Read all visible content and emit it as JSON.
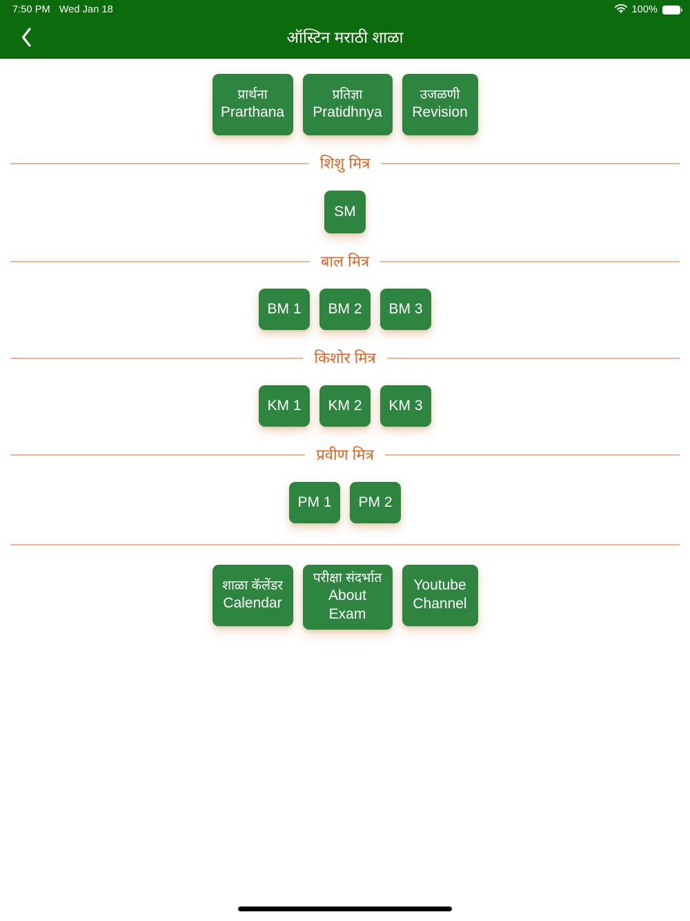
{
  "colors": {
    "header_green": "#0c6b0c",
    "tile_green": "#2e8540",
    "divider_orange": "#e8611d",
    "divider_line": "#f2b48e",
    "page_background": "#ffffff"
  },
  "statusbar": {
    "time": "7:50 PM",
    "date": "Wed Jan 18",
    "battery_percent": "100%",
    "wifi_icon": "wifi-icon",
    "battery_icon": "battery-full-icon"
  },
  "navbar": {
    "back_icon": "chevron-left-icon",
    "title": "ऑस्टिन मराठी शाळा"
  },
  "top_row": [
    {
      "marathi": "प्रार्थना",
      "english": "Prarthana"
    },
    {
      "marathi": "प्रतिज्ञा",
      "english": "Pratidhnya"
    },
    {
      "marathi": "उजळणी",
      "english": "Revision"
    }
  ],
  "sections": [
    {
      "title": "शिशु मित्र",
      "tiles": [
        {
          "label": "SM"
        }
      ]
    },
    {
      "title": "बाल मित्र",
      "tiles": [
        {
          "label": "BM 1"
        },
        {
          "label": "BM 2"
        },
        {
          "label": "BM 3"
        }
      ]
    },
    {
      "title": "किशोर मित्र",
      "tiles": [
        {
          "label": "KM 1"
        },
        {
          "label": "KM 2"
        },
        {
          "label": "KM 3"
        }
      ]
    },
    {
      "title": "प्रवीण मित्र",
      "tiles": [
        {
          "label": "PM 1"
        },
        {
          "label": "PM 2"
        }
      ]
    }
  ],
  "bottom_row": [
    {
      "marathi": "शाळा कॅलेंडर",
      "english": "Calendar"
    },
    {
      "marathi": "परीक्षा  संदर्भात",
      "english": "About Exam"
    },
    {
      "marathi": "Youtube",
      "english": "Channel"
    }
  ]
}
